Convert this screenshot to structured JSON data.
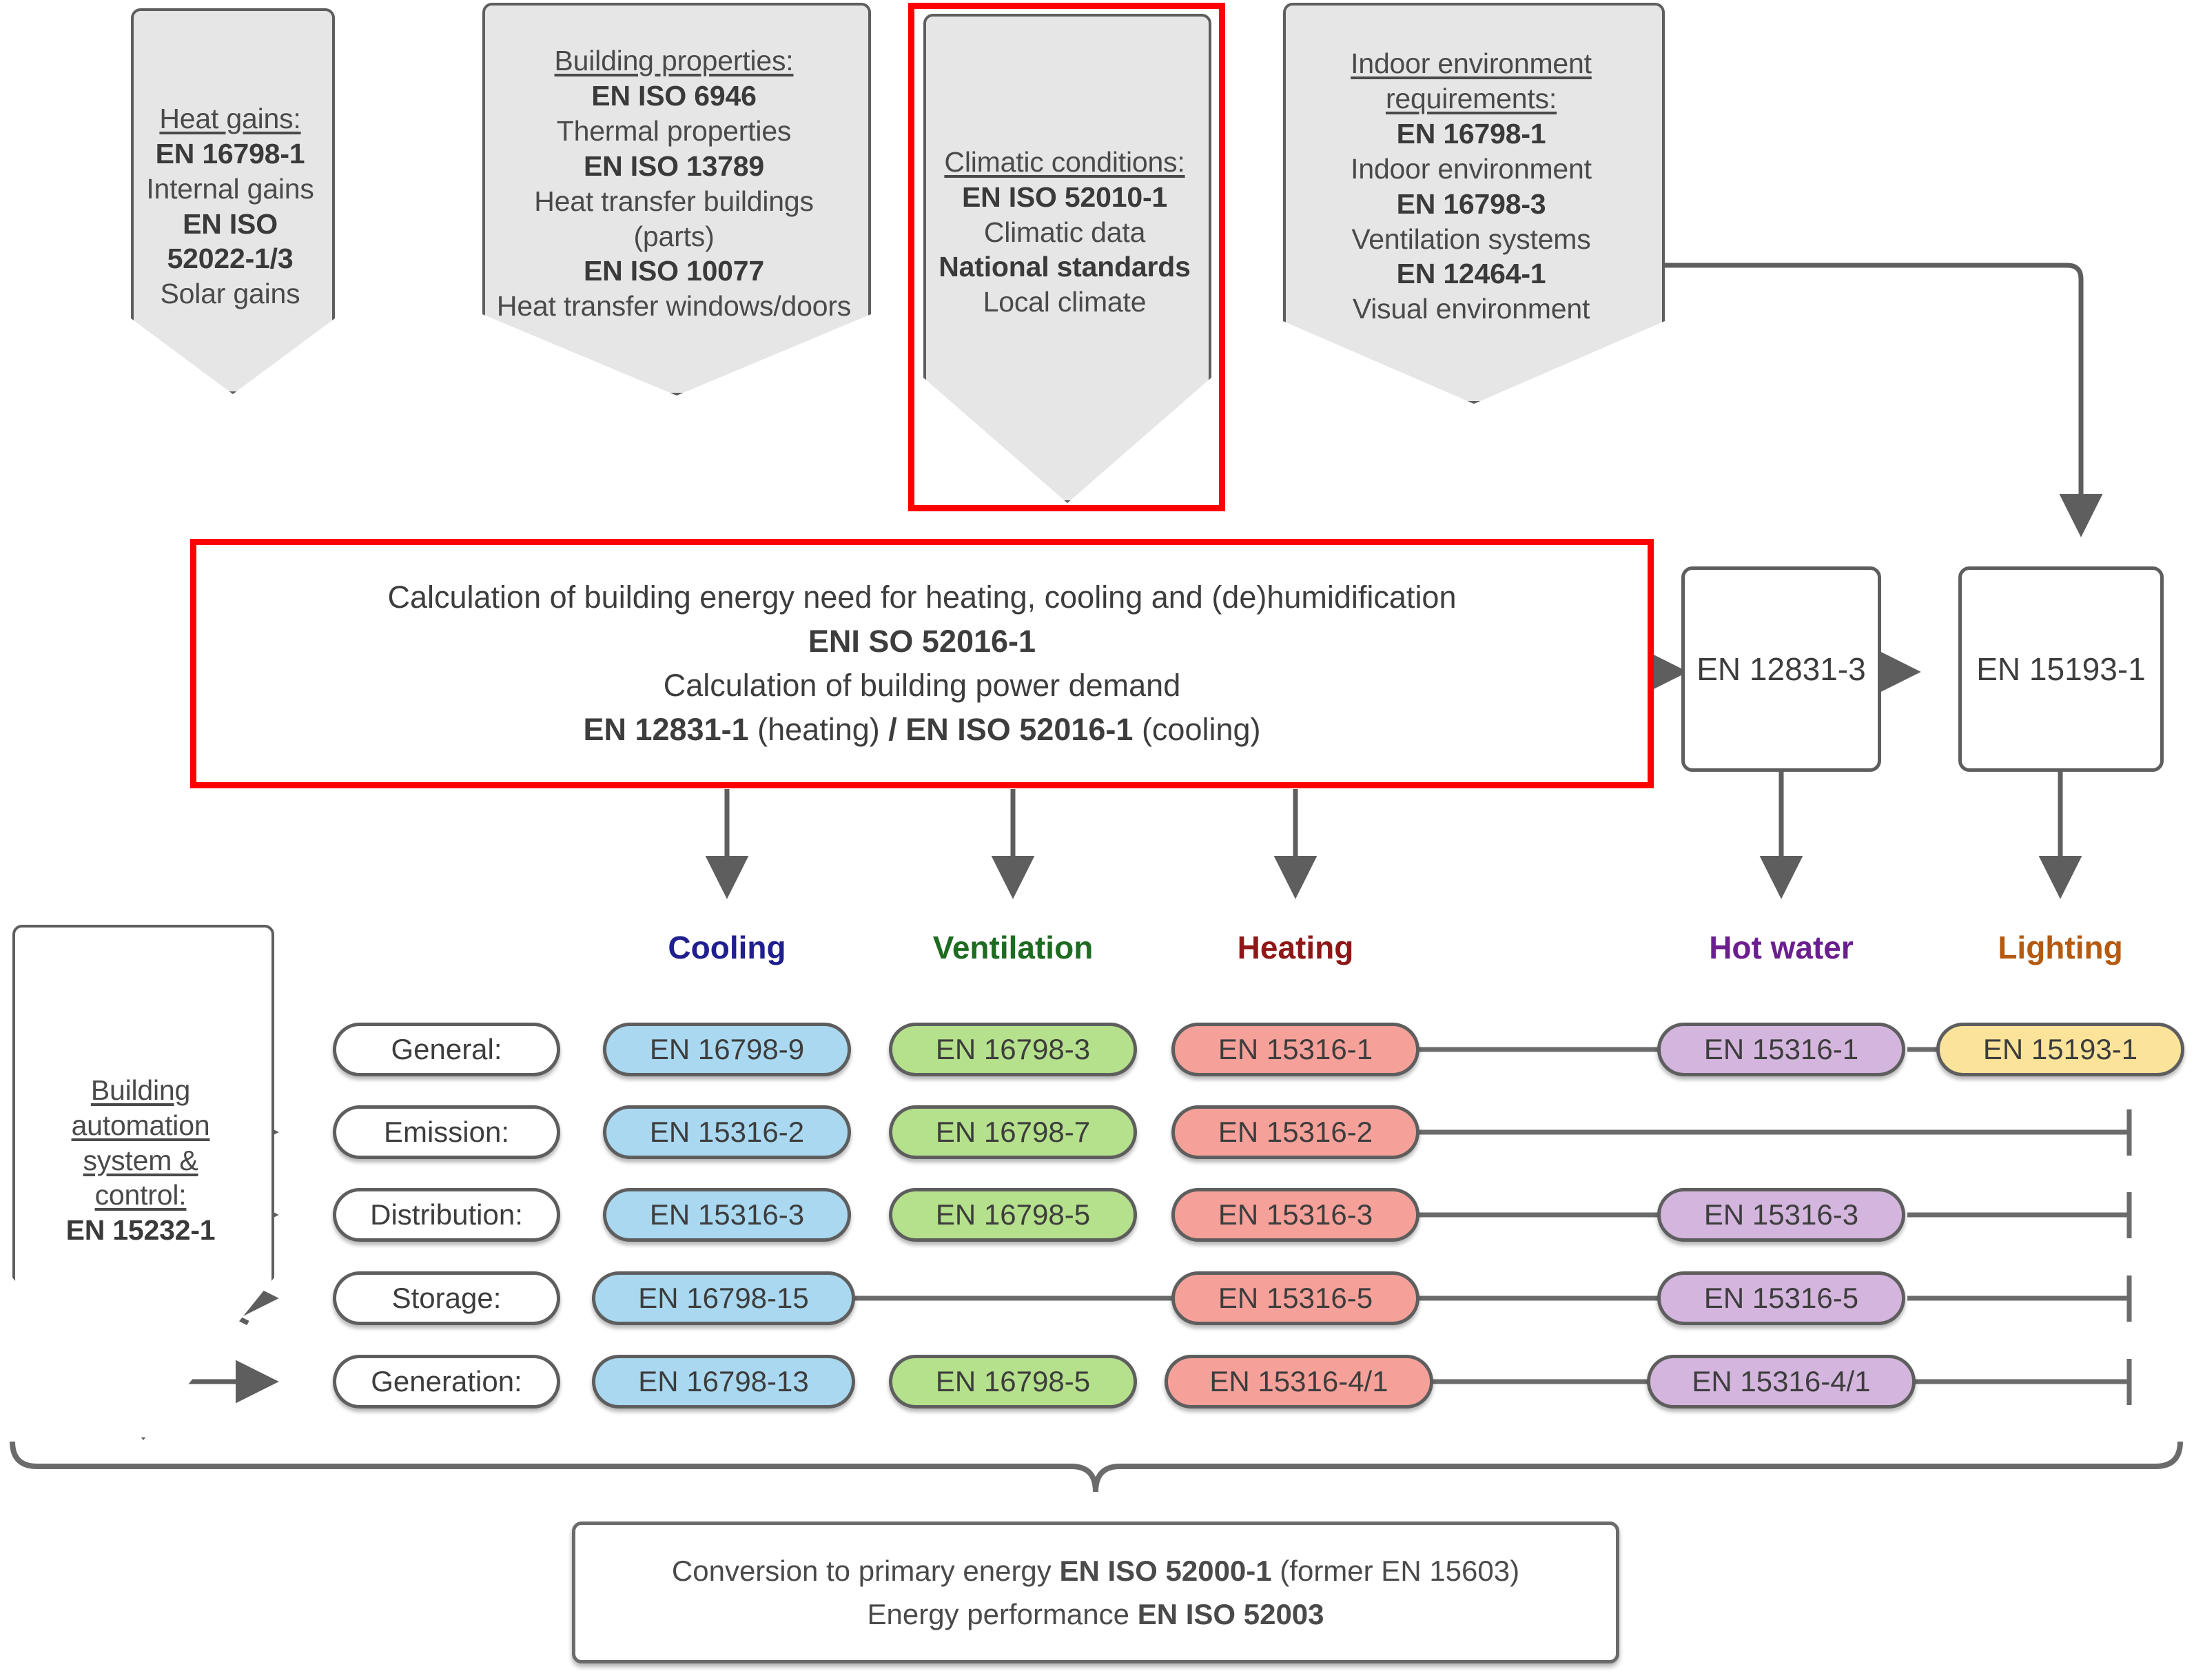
{
  "diagram": {
    "title": "EPB standards framework for building energy performance calculation",
    "colors": {
      "cooling": "#1f1f8f",
      "ventilation": "#1e6b22",
      "heating": "#8f1717",
      "hot_water": "#6b1f8f",
      "lighting": "#b55a10",
      "cooling_fill": "#a9d8f0",
      "ventilation_fill": "#b5e08c",
      "heating_fill": "#f5a19a",
      "hot_water_fill": "#d4b5dd",
      "lighting_fill": "#fbe49a",
      "neutral_fill": "#ffffff",
      "banner_fill": "#e6e6e6",
      "stroke": "#5e5e5e",
      "highlight": "#ff0000"
    }
  },
  "inputs": [
    {
      "id": "heat-gains",
      "heading": "Heat gains:",
      "lines": [
        {
          "text": "EN 16798-1",
          "bold": true
        },
        {
          "text": "Internal gains",
          "bold": false
        },
        {
          "text": "EN ISO 52022-1/3",
          "bold": true
        },
        {
          "text": "Solar gains",
          "bold": false
        }
      ],
      "highlighted": false
    },
    {
      "id": "building-properties",
      "heading": "Building properties:",
      "lines": [
        {
          "text": "EN ISO 6946",
          "bold": true
        },
        {
          "text": "Thermal properties",
          "bold": false
        },
        {
          "text": "EN ISO 13789",
          "bold": true
        },
        {
          "text": "Heat transfer buildings (parts)",
          "bold": false
        },
        {
          "text": "EN ISO 10077",
          "bold": true
        },
        {
          "text": "Heat transfer windows/doors",
          "bold": false
        }
      ],
      "highlighted": false
    },
    {
      "id": "climatic-conditions",
      "heading": "Climatic conditions:",
      "lines": [
        {
          "text": "EN ISO 52010-1",
          "bold": true
        },
        {
          "text": "Climatic data",
          "bold": false
        },
        {
          "text": "National standards",
          "bold": true
        },
        {
          "text": "Local climate",
          "bold": false
        }
      ],
      "highlighted": true
    },
    {
      "id": "indoor-environment",
      "heading": "Indoor environment requirements:",
      "lines": [
        {
          "text": "EN 16798-1",
          "bold": true
        },
        {
          "text": "Indoor environment",
          "bold": false
        },
        {
          "text": "EN 16798-3",
          "bold": true
        },
        {
          "text": "Ventilation systems",
          "bold": false
        },
        {
          "text": "EN 12464-1",
          "bold": true
        },
        {
          "text": "Visual environment",
          "bold": false
        }
      ],
      "highlighted": false
    }
  ],
  "calculation_box": {
    "highlighted": true,
    "lines": [
      {
        "text": "Calculation of building energy need for heating, cooling and (de)humidification",
        "bold": false
      },
      {
        "text": "ENI SO 52016-1",
        "bold": true
      },
      {
        "text": "Calculation of building power demand",
        "bold": false
      },
      {
        "text": "EN 12831-1 (heating) / EN ISO 52016-1 (cooling)",
        "bold": "mixed"
      }
    ],
    "line4_parts": [
      {
        "text": "EN 12831-1 ",
        "bold": true
      },
      {
        "text": "(heating) ",
        "bold": false
      },
      {
        "text": "/ EN ISO 52016-1 ",
        "bold": true
      },
      {
        "text": "(cooling)",
        "bold": false
      }
    ]
  },
  "side_boxes": [
    {
      "id": "en-12831-3",
      "label": "EN 12831-3"
    },
    {
      "id": "en-15193-1",
      "label": "EN 15193-1"
    }
  ],
  "automation": {
    "heading_lines": [
      "Building",
      "automation",
      "system &",
      "control:"
    ],
    "standard": "EN 15232-1"
  },
  "matrix": {
    "columns": [
      {
        "key": "cooling",
        "label": "Cooling",
        "color": "#1f1f8f",
        "fill": "#a9d8f0"
      },
      {
        "key": "ventilation",
        "label": "Ventilation",
        "color": "#1e6b22",
        "fill": "#b5e08c"
      },
      {
        "key": "heating",
        "label": "Heating",
        "color": "#8f1717",
        "fill": "#f5a19a"
      },
      {
        "key": "hot_water",
        "label": "Hot water",
        "color": "#6b1f8f",
        "fill": "#d4b5dd"
      },
      {
        "key": "lighting",
        "label": "Lighting",
        "color": "#b55a10",
        "fill": "#fbe49a"
      }
    ],
    "rows": [
      {
        "label": "General:",
        "cells": {
          "cooling": "EN 16798-9",
          "ventilation": "EN 16798-3",
          "heating": "EN 15316-1",
          "hot_water": "EN 15316-1",
          "lighting": "EN 15193-1"
        }
      },
      {
        "label": "Emission:",
        "cells": {
          "cooling": "EN 15316-2",
          "ventilation": "EN 16798-7",
          "heating": "EN 15316-2",
          "hot_water": "",
          "lighting": ""
        }
      },
      {
        "label": "Distribution:",
        "cells": {
          "cooling": "EN 15316-3",
          "ventilation": "EN 16798-5",
          "heating": "EN 15316-3",
          "hot_water": "EN 15316-3",
          "lighting": ""
        }
      },
      {
        "label": "Storage:",
        "cells": {
          "cooling": "EN 16798-15",
          "ventilation": "",
          "heating": "EN 15316-5",
          "hot_water": "EN 15316-5",
          "lighting": ""
        }
      },
      {
        "label": "Generation:",
        "cells": {
          "cooling": "EN 16798-13",
          "ventilation": "EN 16798-5",
          "heating": "EN 15316-4/1",
          "hot_water": "EN 15316-4/1",
          "lighting": ""
        }
      }
    ]
  },
  "conversion_box": {
    "line1_parts": [
      {
        "text": "Conversion to primary energy ",
        "bold": false
      },
      {
        "text": "EN ISO 52000-1",
        "bold": true
      },
      {
        "text": " (former EN 15603)",
        "bold": false
      }
    ],
    "line2_parts": [
      {
        "text": "Energy performance ",
        "bold": false
      },
      {
        "text": "EN ISO 52003",
        "bold": true
      }
    ]
  }
}
